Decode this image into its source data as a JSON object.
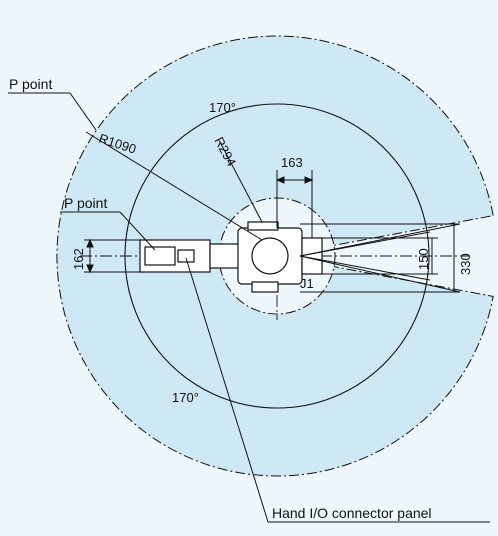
{
  "labels": {
    "p_point_outer": "P point",
    "p_point_inner": "P point",
    "hand_io": "Hand I/O connector panel",
    "joint": "J1"
  },
  "dimensions": {
    "outer_radius": "R1090",
    "inner_radius": "R294",
    "angle_top": "170°",
    "angle_bottom": "170°",
    "offset": "163",
    "height_left": "162",
    "height_inner": "150",
    "height_outer": "330"
  },
  "colors": {
    "background": "#eef8fc",
    "work_area": "#cfe8f6",
    "line": "#111111"
  }
}
